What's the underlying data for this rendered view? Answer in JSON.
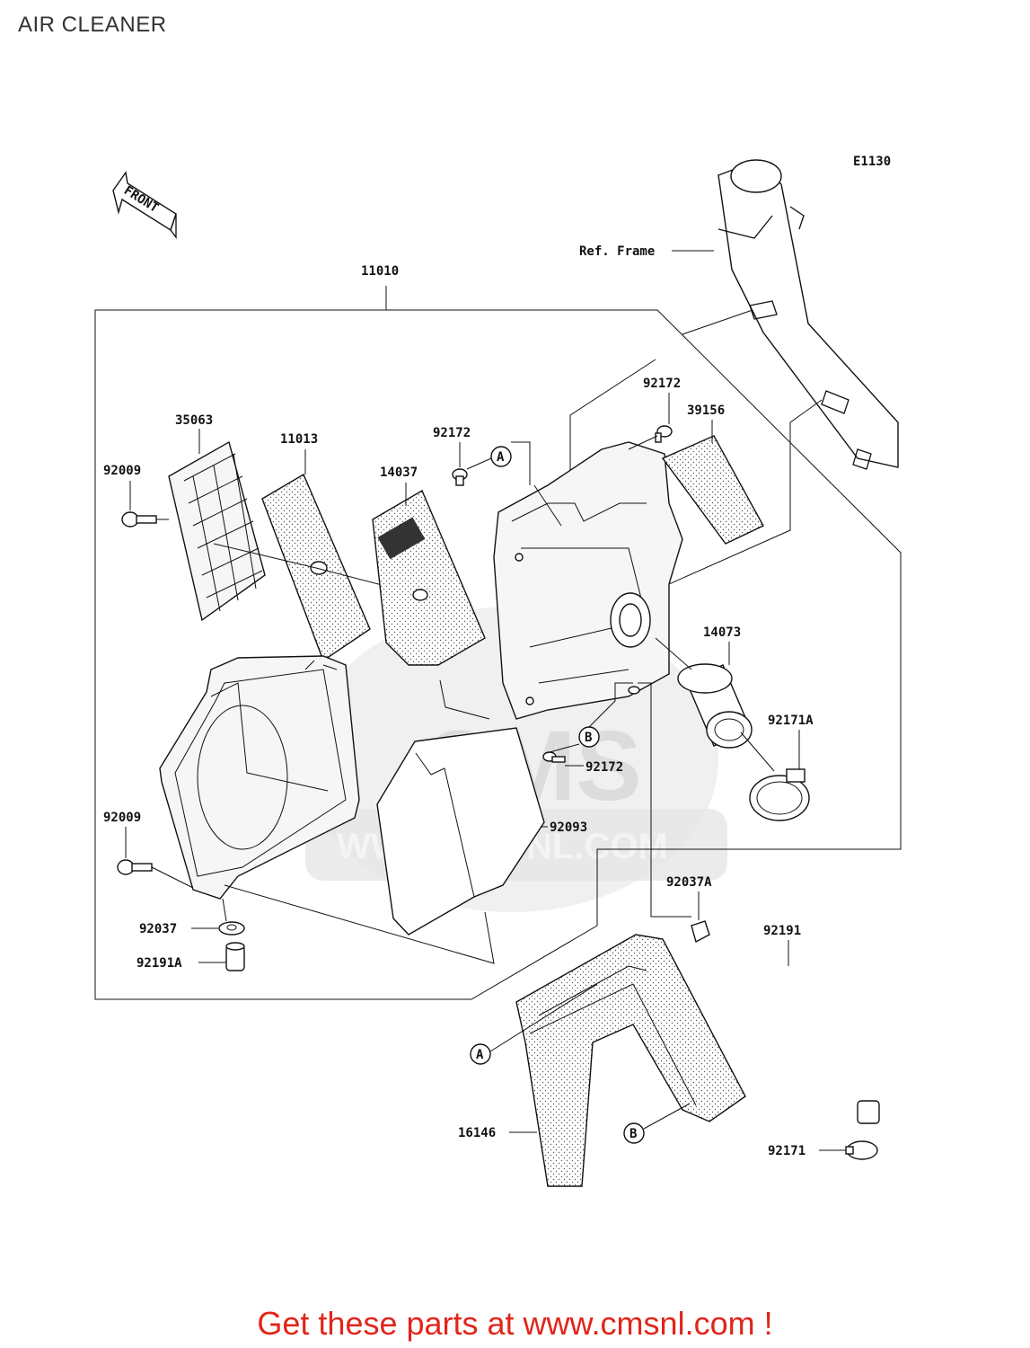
{
  "header": {
    "title": "AIR CLEANER"
  },
  "diagram": {
    "code": "E1130",
    "front_label": "FRONT",
    "ref_frame": "Ref. Frame",
    "watermark": {
      "logo": "CMS",
      "url": "WWW.CMSNL.COM"
    },
    "callouts": {
      "a1": "A",
      "a2": "A",
      "b1": "B",
      "b2": "B"
    },
    "parts": {
      "p11010": "11010",
      "p35063": "35063",
      "p11013": "11013",
      "p92009_top": "92009",
      "p14037": "14037",
      "p92172_mid": "92172",
      "p92172_top": "92172",
      "p39156": "39156",
      "p14073": "14073",
      "p92171a": "92171A",
      "p92172_bot": "92172",
      "p92093": "92093",
      "p92009_bot": "92009",
      "p92037": "92037",
      "p92191a": "92191A",
      "p92037a": "92037A",
      "p92191": "92191",
      "p16146": "16146",
      "p92171": "92171"
    }
  },
  "footer": {
    "text": "Get these parts at www.cmsnl.com !"
  }
}
